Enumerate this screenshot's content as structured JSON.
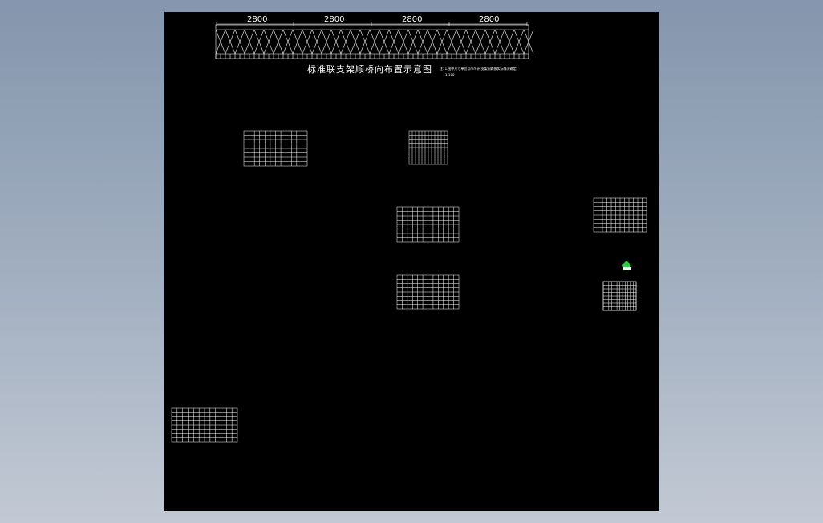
{
  "window": {
    "title": "CAD drawing preview"
  },
  "colors": {
    "background": "#8fa0b6",
    "canvas": "#000000",
    "lines": "#ffffff",
    "accent": "#2ecc40"
  },
  "drawing": {
    "dimensions": [
      "2800",
      "2800",
      "2800",
      "2800"
    ],
    "title": "标准联支架顺桥向布置示意图",
    "note": "注: 1.图中尺寸单位以mm计;支架间距按实际情况确定。",
    "scale": "1:100"
  },
  "icons": {
    "green_marker": "green-marker-icon"
  }
}
